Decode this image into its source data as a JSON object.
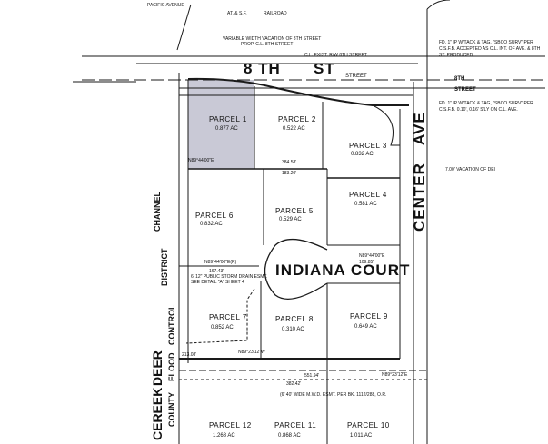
{
  "streets": {
    "eighth_a": "8 TH",
    "eighth_b": "ST",
    "street_stamp": "STREET",
    "court": "INDIANA  COURT",
    "ave": "AVE",
    "center": "CENTER",
    "pacific": "PACIFIC AVENUE",
    "railroad": "RAILROAD",
    "atsf": "AT. & S.F.",
    "eighth_right": "8TH",
    "street_right": "STREET"
  },
  "channel": {
    "deer": "DEER",
    "creek": "CEREEK",
    "channel": "CHANNEL",
    "county": "COUNTY",
    "flood": "FLOOD",
    "control": "CONTROL",
    "district": "DISTRICT"
  },
  "parcels": [
    {
      "name": "PARCEL 1",
      "area": "0.877 AC"
    },
    {
      "name": "PARCEL 2",
      "area": "0.522 AC"
    },
    {
      "name": "PARCEL 3",
      "area": "0.832 AC"
    },
    {
      "name": "PARCEL 4",
      "area": "0.581 AC"
    },
    {
      "name": "PARCEL 5",
      "area": "0.529 AC"
    },
    {
      "name": "PARCEL 6",
      "area": "0.832 AC"
    },
    {
      "name": "PARCEL 7",
      "area": "0.852 AC"
    },
    {
      "name": "PARCEL 8",
      "area": "0.310 AC"
    },
    {
      "name": "PARCEL 9",
      "area": "0.649 AC"
    },
    {
      "name": "PARCEL 10",
      "area": "1.011 AC"
    },
    {
      "name": "PARCEL 11",
      "area": "0.868 AC"
    },
    {
      "name": "PARCEL 12",
      "area": "1.268 AC"
    }
  ],
  "notes": {
    "vacation_8th": "VARIABLE WIDTH VACATION OF 8TH STREET",
    "prop_cl": "PROP. C.L. 8TH STREET",
    "cl_exist": "C.L. EXIST. R/W 8TH STREET",
    "fd1": "FD. 1\" IP W/TACK & TAG, \"SBCO SURV\" PER C.S.F.B. ACCEPTED AS C.L. INT. OF AVE. & 8TH ST. PRODUCED",
    "fd2": "FD. 1\" IP W/TACK & TAG, \"SBCO SURV\" PER C.S.F.B. 0.10', 0.16' S'LY ON C.L. AVE.",
    "vacation_right": "7.00' VACATION OF DEI",
    "storm": "6' 12\" PUBLIC STORM DRAIN ESMT. SEE DETAIL \"A\" SHEET 4",
    "mwd": "(6' 40' WIDE M.W.D. ESMT. PER BK. 1112/288, O.R."
  },
  "bearings": {
    "b1": "N89°44'00\"E",
    "b2": "384.58'",
    "b3": "183.20'",
    "b4": "N89°44'00\"E(R)",
    "b5": "167.43'",
    "b6": "N89°23'12\"W",
    "b7": "213.08'",
    "b8": "551.94'",
    "b9": "382.42'",
    "b10": "N89°44'00\"E",
    "b11": "109.85'",
    "b12": "N89°23'12\"E"
  },
  "colors": {
    "ink": "#1a1a1a",
    "parcel1_shade": "#c9c9d6"
  }
}
